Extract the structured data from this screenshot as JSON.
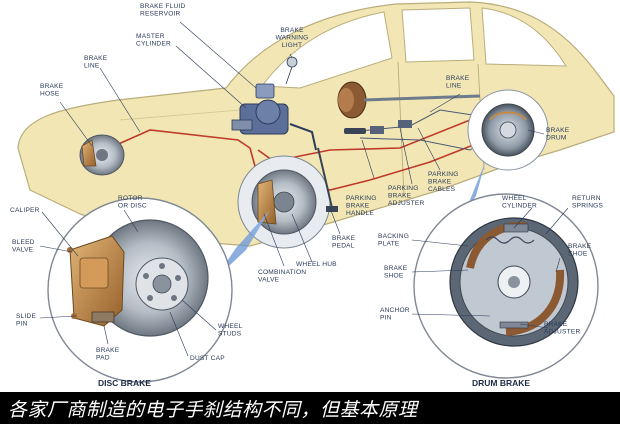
{
  "labels": {
    "brake_fluid_reservoir": [
      "BRAKE FLUID",
      "RESERVOIR"
    ],
    "brake_warning_light": [
      "BRAKE",
      "WARNING",
      "LIGHT"
    ],
    "master_cylinder": [
      "MASTER",
      "CYLINDER"
    ],
    "brake_line_left": [
      "BRAKE",
      "LINE"
    ],
    "brake_hose": [
      "BRAKE",
      "HOSE"
    ],
    "brake_line_right": [
      "BRAKE",
      "LINE"
    ],
    "brake_drum": [
      "BRAKE",
      "DRUM"
    ],
    "parking_brake_handle": [
      "PARKING",
      "BRAKE",
      "HANDLE"
    ],
    "parking_brake_adjuster": [
      "PARKING",
      "BRAKE",
      "ADJUSTER"
    ],
    "parking_brake_cables": [
      "PARKING",
      "BRAKE",
      "CABLES"
    ],
    "brake_pedal": [
      "BRAKE",
      "PEDAL"
    ],
    "wheel_hub": [
      "WHEEL HUB"
    ],
    "combination_valve": [
      "COMBINATION",
      "VALVE"
    ],
    "caliper": [
      "CALIPER"
    ],
    "rotor_or_disc": [
      "ROTOR",
      "OR DISC"
    ],
    "bleed_valve": [
      "BLEED",
      "VALVE"
    ],
    "slide_pin": [
      "SLIDE",
      "PIN"
    ],
    "brake_pad": [
      "BRAKE",
      "PAD"
    ],
    "dust_cap": [
      "DUST CAP"
    ],
    "wheel_studs": [
      "WHEEL",
      "STUDS"
    ],
    "wheel_cylinder": [
      "WHEEL",
      "CYLINDER"
    ],
    "return_springs": [
      "RETURN",
      "SPRINGS"
    ],
    "backing_plate": [
      "BACKING",
      "PLATE"
    ],
    "brake_shoe_left": [
      "BRAKE",
      "SHOE"
    ],
    "brake_shoe_right": [
      "BRAKE",
      "SHOE"
    ],
    "anchor_pin": [
      "ANCHOR",
      "PIN"
    ],
    "brake_adjuster": [
      "BRAKE",
      "ADJUSTER"
    ]
  },
  "disc_brake_title": "DISC BRAKE",
  "drum_brake_title": "DRUM BRAKE",
  "caption": "各家厂商制造的电子手刹结构不同，但基本原理",
  "colors": {
    "car_body": "#f2e7b4",
    "car_outline": "#b9ad7a",
    "brake_line": "#c0392b",
    "metal": "#9aa3ad",
    "copper": "#c48a45",
    "highlight_blue": "#5b8fd6",
    "caption_bg": "#000000",
    "caption_text": "#ffffff"
  }
}
